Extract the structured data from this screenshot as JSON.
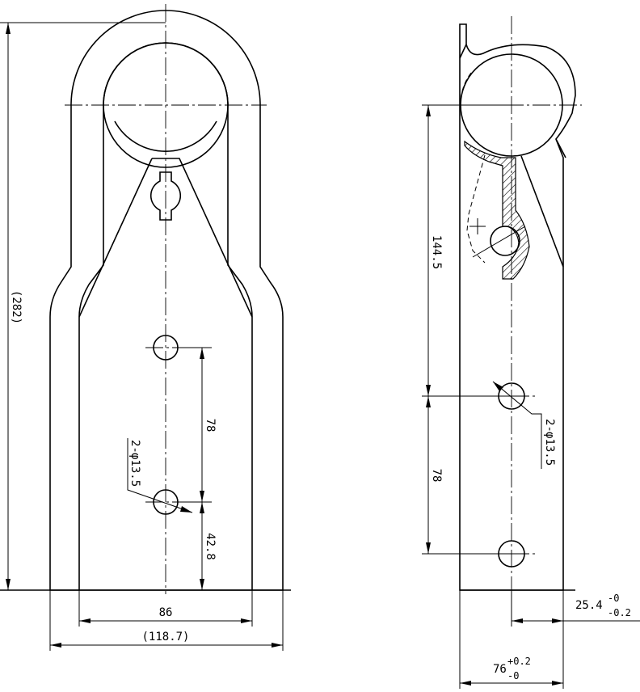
{
  "front_view": {
    "overall_height": "(282)",
    "hole_spacing": "78",
    "bottom_hole_offset": "42.8",
    "hole_callout_prefix": "2-",
    "hole_callout_dia": "φ13.5",
    "inner_width": "86",
    "outer_width": "(118.7)"
  },
  "side_view": {
    "top_to_hole": "144.5",
    "hole_spacing": "78",
    "hole_callout_prefix": "2-",
    "hole_callout_dia": "φ13.5",
    "thickness_nominal": "25.4",
    "thickness_upper_tol": "-0",
    "thickness_lower_tol": "-0.2",
    "width_nominal": "76",
    "width_upper_tol": "+0.2",
    "width_lower_tol": "-0"
  }
}
